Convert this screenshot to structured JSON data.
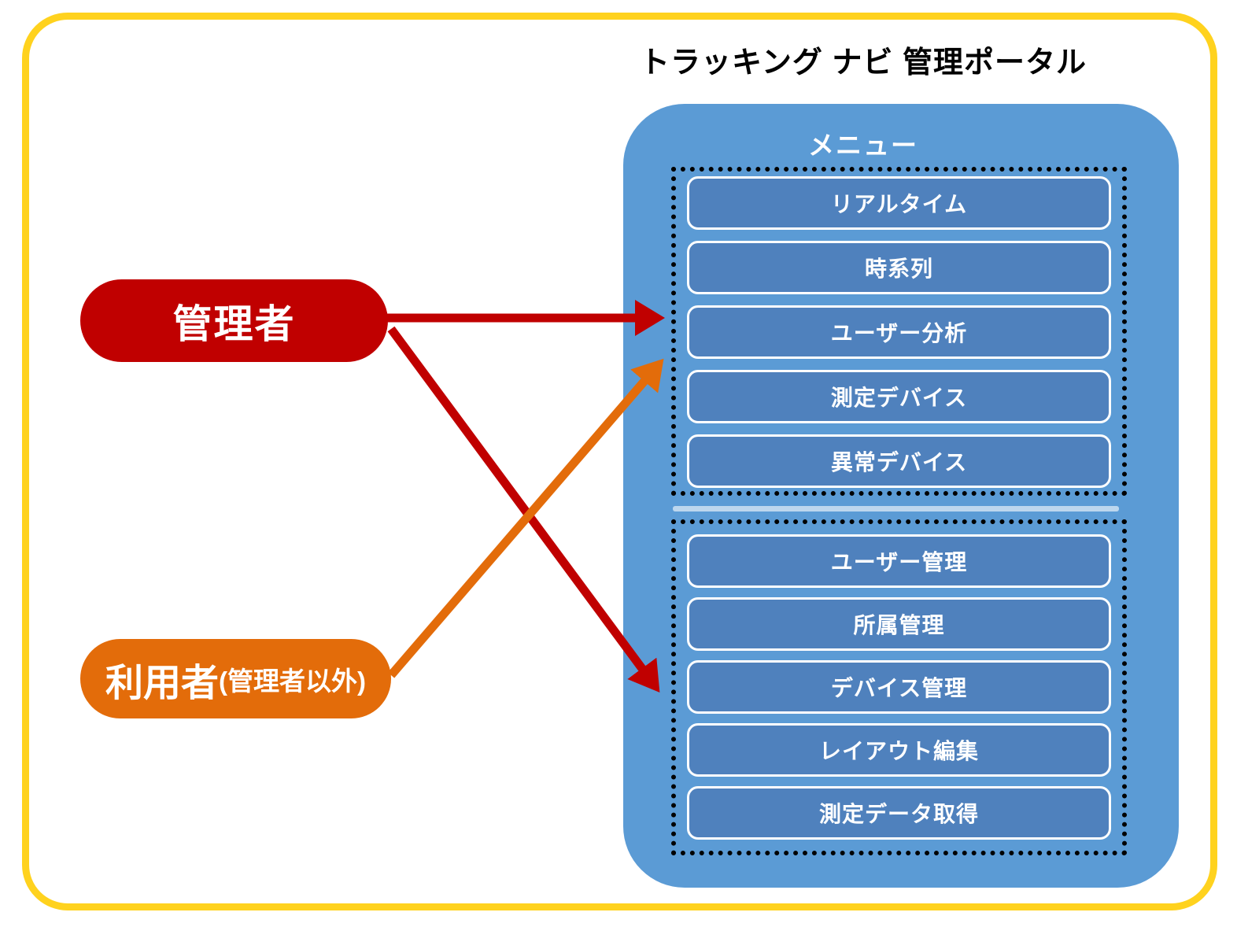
{
  "title": "トラッキング ナビ 管理ポータル",
  "menu": {
    "header": "メニュー",
    "view_group": {
      "items": [
        "リアルタイム",
        "時系列",
        "ユーザー分析",
        "測定デバイス",
        "異常デバイス"
      ]
    },
    "manage_group": {
      "items": [
        "ユーザー管理",
        "所属管理",
        "デバイス管理",
        "レイアウト編集",
        "測定データ取得"
      ]
    }
  },
  "actors": {
    "admin": {
      "label": "管理者"
    },
    "user": {
      "label": "利用者",
      "suffix": "(管理者以外)"
    }
  },
  "arrows": [
    {
      "from": "admin",
      "to": "view-menu-group",
      "color": "#C00000"
    },
    {
      "from": "admin",
      "to": "manage-menu-group",
      "color": "#C00000"
    },
    {
      "from": "user",
      "to": "view-menu-group",
      "color": "#E36C0A"
    }
  ],
  "colors": {
    "frame_yellow": "#FFD21E",
    "panel_blue": "#5B9BD5",
    "button_blue": "#4F81BD",
    "button_border_white": "#FFFFFF",
    "divider_light_blue": "#BDD7EE",
    "dotted_border_black": "#000000",
    "admin_red": "#C00000",
    "user_orange": "#E36C0A",
    "title_black": "#000000"
  }
}
